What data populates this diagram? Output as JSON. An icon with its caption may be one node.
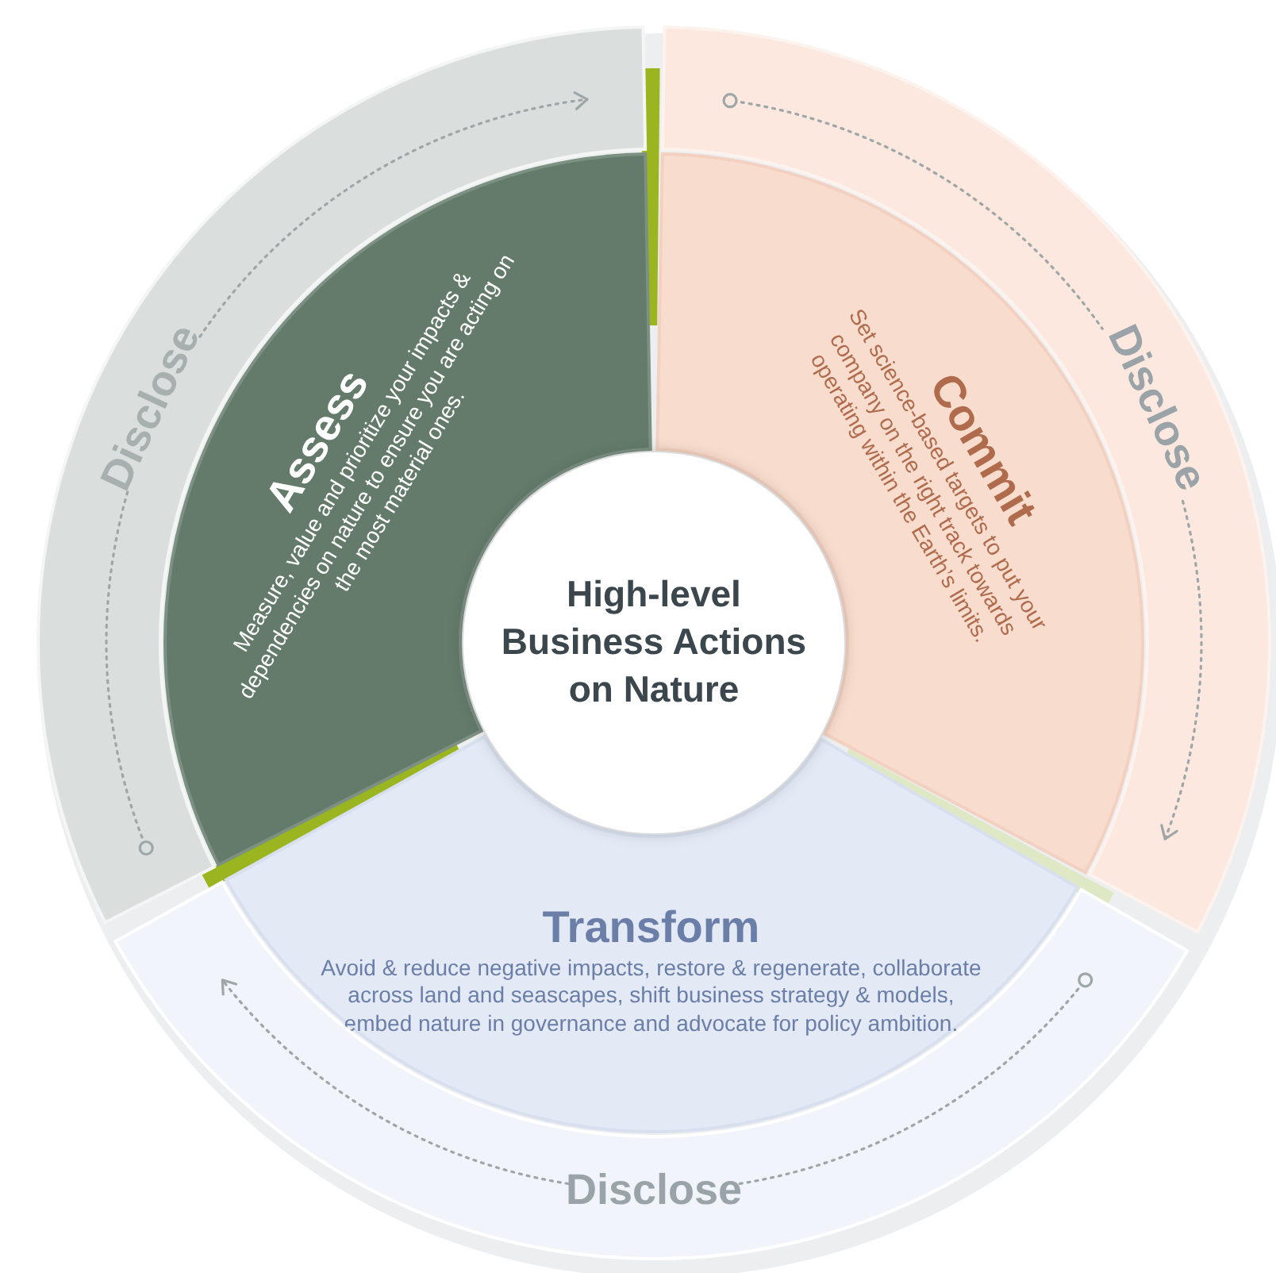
{
  "diagram": {
    "nodes": [
      {
        "text": [
          "High-level Business Actions on Nature"
        ]
      },
      {
        "text": [
          "Assess",
          "Measure, value and prioritize your impacts & dependencies on nature to ensure you are acting on the most material ones."
        ]
      },
      {
        "text": [
          "Commit",
          "Set science-based targets to put your company on the right track towards operating within the Earth’s limits."
        ]
      },
      {
        "text": [
          "Transform",
          "Avoid & reduce negative impacts, restore & regenerate, collaborate across land and seascapes, shift business strategy & models, embed nature in governance and advocate for policy ambition."
        ]
      },
      {
        "text": [
          "Disclose"
        ]
      },
      {
        "text": [
          "Disclose"
        ]
      },
      {
        "text": [
          "Disclose"
        ]
      }
    ]
  }
}
